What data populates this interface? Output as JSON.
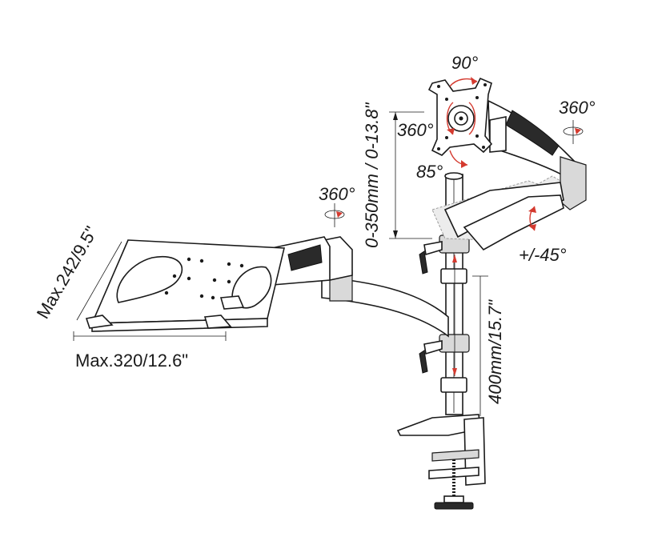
{
  "labels": {
    "top_rotation": "90°",
    "vesa_rotation": "360°",
    "upper_swivel": "360°",
    "tilt": "85°",
    "height_adjust": "0-350mm / 0-13.8\"",
    "lower_swivel": "360°",
    "arm_tilt": "+/-45°",
    "pole_height": "400mm/15.7\"",
    "tray_depth": "Max.242/9.5\"",
    "tray_width": "Max.320/12.6\""
  },
  "colors": {
    "line": "#1a1a1a",
    "rotation_arrow": "#d43a2f",
    "shade": "#d9d9d9"
  }
}
